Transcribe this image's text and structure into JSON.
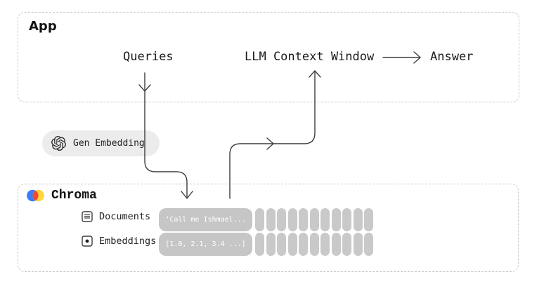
{
  "app": {
    "title": "App",
    "queries_label": "Queries",
    "llm_context_label": "LLM Context Window",
    "answer_label": "Answer"
  },
  "gen_embedding": {
    "icon": "openai-logo-icon",
    "label": "Gen Embedding"
  },
  "chroma": {
    "logo_icon": "chroma-logo-icon",
    "title": "Chroma",
    "rows": [
      {
        "icon": "document-icon",
        "label": "Documents",
        "sample": "‘Call me Ishmael...",
        "extra_pill_count": 11
      },
      {
        "icon": "embedding-icon",
        "label": "Embeddings",
        "sample": "[1.0, 2.1, 3.4 ...]",
        "extra_pill_count": 11
      }
    ]
  },
  "colors": {
    "arrow": "#3d3d3d",
    "box_border": "#c9c9c9",
    "pill_bg": "#c6c6c6",
    "pill_text": "#ffffff",
    "gen_pill_bg": "#ececec",
    "chroma_blue": "#3b7cf7",
    "chroma_yellow": "#ffd43d",
    "chroma_red": "#ef4b32",
    "openai_black": "#2d2d2d"
  }
}
